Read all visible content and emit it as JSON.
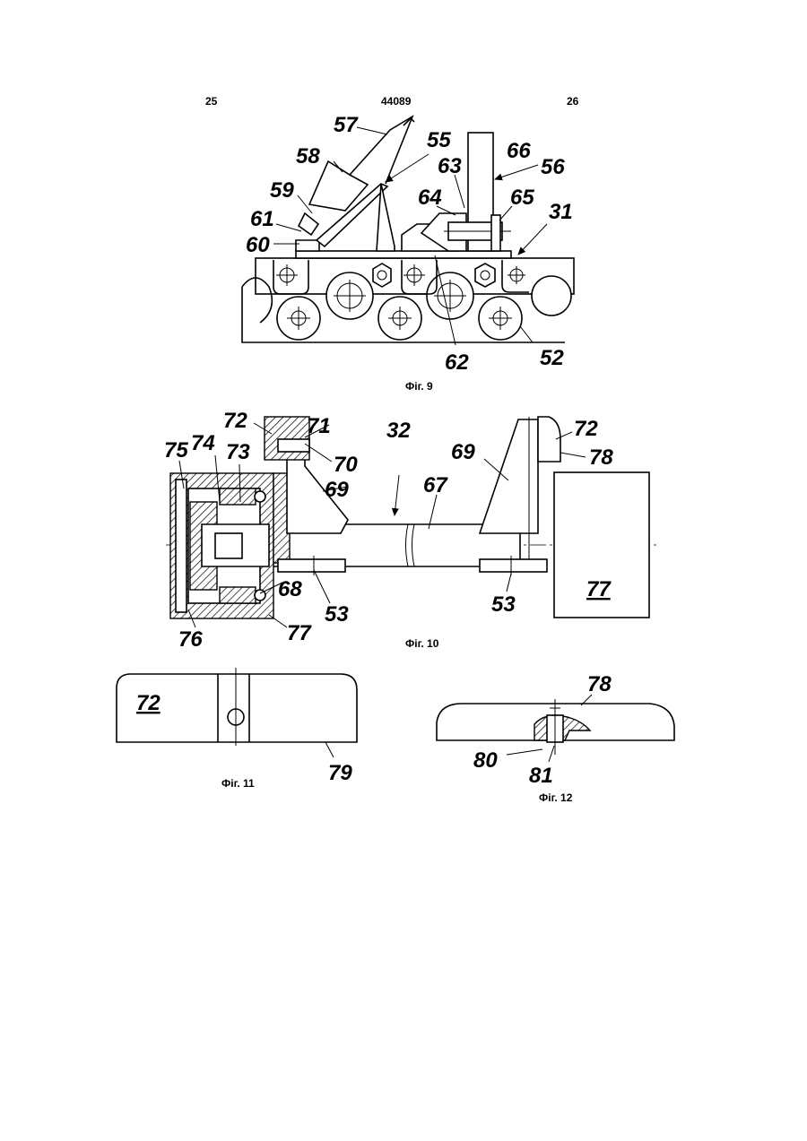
{
  "header": {
    "left_page": "25",
    "patent_no": "44089",
    "right_page": "26"
  },
  "fig9": {
    "caption": "Фіг. 9",
    "labels": {
      "57": "57",
      "58": "58",
      "59": "59",
      "61": "61",
      "60": "60",
      "55": "55",
      "63": "63",
      "64": "64",
      "66": "66",
      "56": "56",
      "65": "65",
      "31": "31",
      "62": "62",
      "52": "52"
    }
  },
  "fig10": {
    "caption": "Фіг. 10",
    "labels": {
      "72a": "72",
      "71": "71",
      "70": "70",
      "75": "75",
      "74": "74",
      "73": "73",
      "69a": "69",
      "32": "32",
      "67": "67",
      "69b": "69",
      "72b": "72",
      "78": "78",
      "68": "68",
      "53a": "53",
      "53b": "53",
      "77a": "77",
      "76": "76",
      "77b": "77"
    }
  },
  "fig11": {
    "caption": "Фіг. 11",
    "labels": {
      "72": "72",
      "79": "79"
    }
  },
  "fig12": {
    "caption": "Фіг. 12",
    "labels": {
      "78": "78",
      "80": "80",
      "81": "81"
    }
  }
}
